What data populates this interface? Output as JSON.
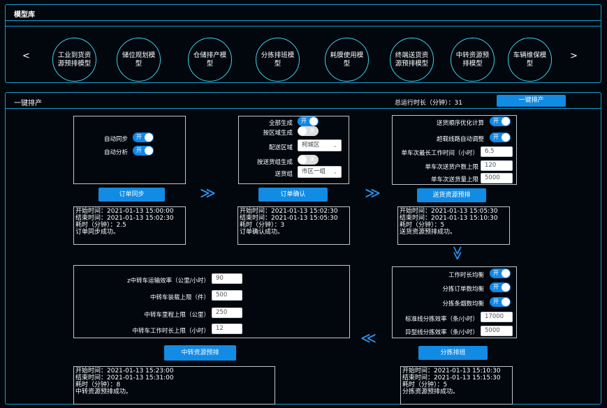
{
  "library": {
    "title": "模型库",
    "prev": "<",
    "next": ">",
    "models": [
      "工业到货资源预排模型",
      "储位规划模型",
      "仓储排产模型",
      "分拣排班模型",
      "耗膜使用模型",
      "终端送货资源预排模型",
      "中转资源预排模型",
      "车辆维保模型"
    ]
  },
  "oneclick": {
    "title": "一键排产",
    "runtime_label": "总运行时长（分钟）：31",
    "button": "一键排产"
  },
  "order_sync": {
    "auto_sync_label": "自动同步",
    "auto_analyze_label": "自动分析",
    "on_text": "开",
    "button": "订单同步",
    "log": [
      "开始时间：2021-01-13 15:00:00",
      "结束时间：2021-01-13 15:02:30",
      "耗时（分钟）：2.5",
      "订单同步成功。"
    ]
  },
  "order_confirm": {
    "all_generate_label": "全部生成",
    "by_region_label": "按区域生成",
    "region_label": "配送区域",
    "region_value": "柯城区",
    "by_group_label": "按送货组生成",
    "group_label": "送货组",
    "group_value": "市区一组",
    "on_text": "开",
    "off_text": "关",
    "button": "订单确认",
    "log": [
      "开始时间：2021-01-13 15:02:30",
      "结束时间：2021-01-13 15:05:30",
      "耗时（分钟）：3",
      "订单确认成功。"
    ]
  },
  "delivery": {
    "seq_opt_label": "送货顺序优化计算",
    "overload_label": "超载线路自动调整",
    "max_hours_label": "单车次最长工作时间（小时）",
    "max_hours_value": "6.5",
    "max_clients_label": "单车次送货户数上限",
    "max_clients_value": "120",
    "max_volume_label": "单车次送货量上限",
    "max_volume_value": "5000",
    "on_text": "开",
    "button": "送货资源预排",
    "log": [
      "开始时间：2021-01-13 15:05:30",
      "结束时间：2021-01-13 15:10:30",
      "耗时（分钟）：5",
      "送货资源预排成功。"
    ]
  },
  "sorting": {
    "work_balance_label": "工作时长均衡",
    "order_balance_label": "分拣订单数均衡",
    "item_balance_label": "分拣条烟数均衡",
    "std_eff_label": "标准线分拣效率（条/小时）",
    "std_eff_value": "17000",
    "irr_eff_label": "异型线分拣效率（条/小时）",
    "irr_eff_value": "5000",
    "on_text": "开",
    "button": "分拣排班",
    "log": [
      "开始时间：2021-01-13 15:10:30",
      "结束时间：2021-01-13 15:15:30",
      "耗时（分钟）：5",
      "分拣资源预排成功。"
    ]
  },
  "transfer": {
    "eff_label": "z中转车运输效率（公里/小时）",
    "eff_value": "90",
    "load_label": "中转车装载上限（件）",
    "load_value": "500",
    "mileage_label": "中转车里程上限（公里）",
    "mileage_value": "250",
    "hours_label": "中转车工作时长上限（小时）",
    "hours_value": "12",
    "button": "中转资源预排",
    "log": [
      "开始时间：2021-01-13 15:23:00",
      "结束时间：2021-01-13 15:31:00",
      "耗时（分钟）：8",
      "中转资源预排成功。"
    ]
  },
  "colors": {
    "accent": "#1188e6",
    "border": "#1b9cc9",
    "circle": "#3fd3ee",
    "bg": "#01070d"
  },
  "icons": {
    "flow_right": "double-chevron-right-icon",
    "flow_left": "double-chevron-left-icon",
    "flow_down": "double-chevron-down-icon"
  }
}
